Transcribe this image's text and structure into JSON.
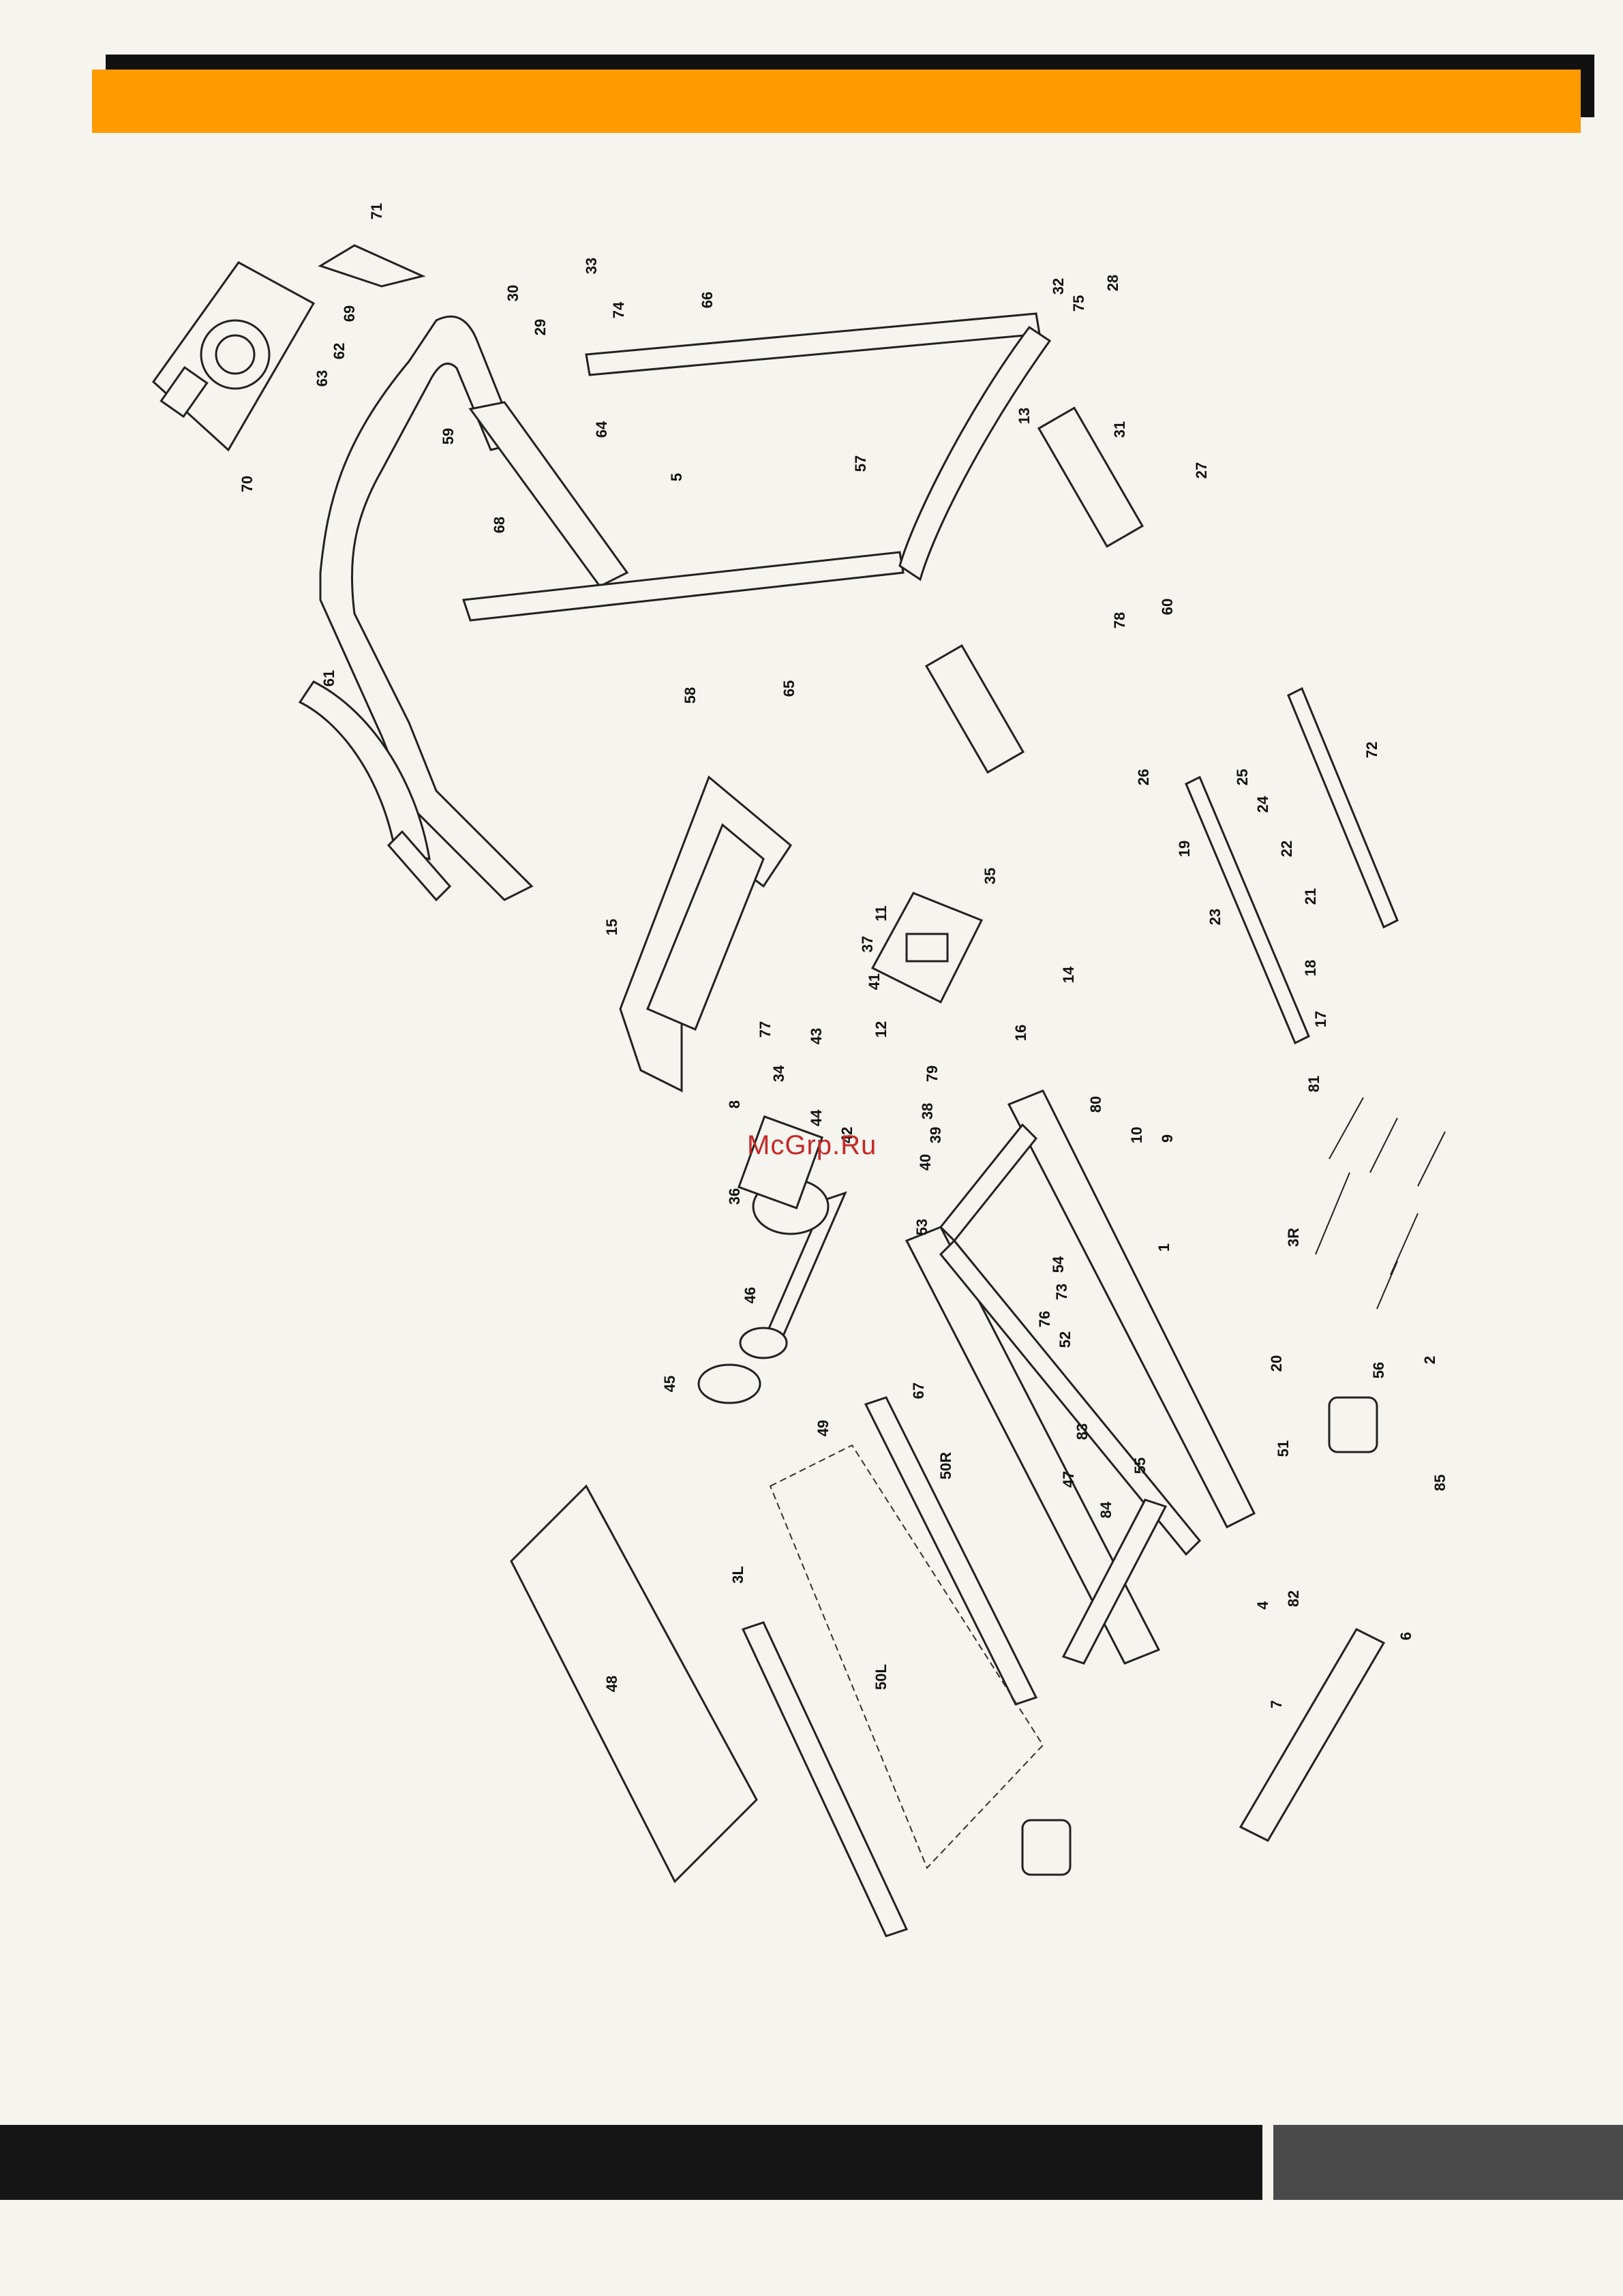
{
  "watermark": "McGrp.Ru",
  "colors": {
    "header_bar": "#ff9a00",
    "header_shadow": "#111111",
    "footer_left": "#151515",
    "footer_right": "#4a4a4a",
    "watermark": "#c62828"
  },
  "part_labels": [
    "71",
    "70",
    "69",
    "63",
    "62",
    "30",
    "33",
    "29",
    "74",
    "66",
    "64",
    "5",
    "59",
    "68",
    "61",
    "58",
    "57",
    "65",
    "32",
    "75",
    "28",
    "13",
    "31",
    "27",
    "78",
    "60",
    "15",
    "8",
    "77",
    "34",
    "43",
    "44",
    "42",
    "37",
    "41",
    "12",
    "11",
    "35",
    "14",
    "16",
    "79",
    "38",
    "39",
    "40",
    "36",
    "46",
    "45",
    "80",
    "67",
    "53",
    "54",
    "73",
    "20",
    "76",
    "52",
    "10",
    "9",
    "1",
    "26",
    "25",
    "24",
    "19",
    "23",
    "22",
    "21",
    "18",
    "17",
    "81",
    "72",
    "3R",
    "56",
    "2",
    "85",
    "51",
    "55",
    "84",
    "82",
    "4",
    "6",
    "7",
    "83",
    "47",
    "50R",
    "48",
    "49",
    "50L",
    "3L"
  ]
}
